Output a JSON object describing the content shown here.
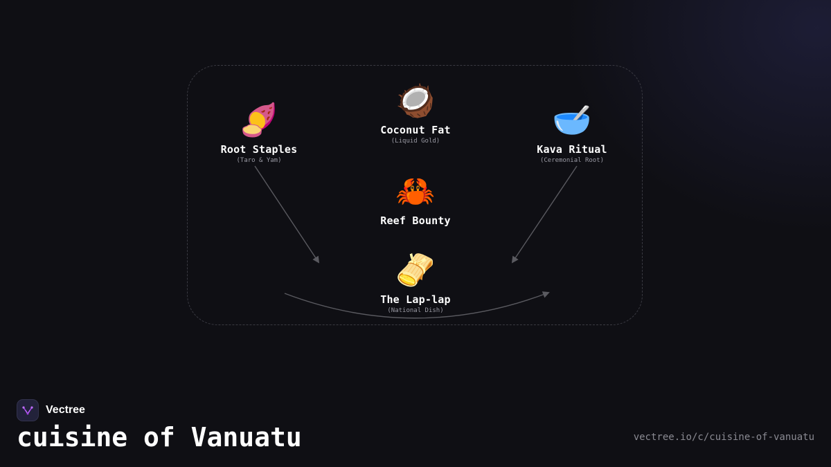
{
  "diagram": {
    "nodes": [
      {
        "id": "root",
        "icon": "🍠",
        "icon_name": "sweet-potato-icon",
        "label": "Root Staples",
        "sub": "(Taro & Yam)"
      },
      {
        "id": "coconut",
        "icon": "🥥",
        "icon_name": "coconut-icon",
        "label": "Coconut Fat",
        "sub": "(Liquid Gold)"
      },
      {
        "id": "kava",
        "icon": "🥣",
        "icon_name": "bowl-icon",
        "label": "Kava Ritual",
        "sub": "(Ceremonial Root)"
      },
      {
        "id": "reef",
        "icon": "🦀",
        "icon_name": "crab-icon",
        "label": "Reef Bounty",
        "sub": ""
      },
      {
        "id": "laplap",
        "icon": "🫔",
        "icon_name": "tamale-icon",
        "label": "The Lap-lap",
        "sub": "(National Dish)"
      }
    ],
    "edges": [
      {
        "from": "root",
        "to": "laplap"
      },
      {
        "from": "kava",
        "to": "laplap"
      },
      {
        "from": "root",
        "to": "kava"
      }
    ]
  },
  "brand": {
    "name": "Vectree"
  },
  "page": {
    "title": "cuisine of Vanuatu",
    "url": "vectree.io/c/cuisine-of-vanuatu"
  },
  "colors": {
    "background": "#0f0f14",
    "connector": "#5a5a60",
    "frame_border": "#3a3a42",
    "brand_accent": "#a040e0"
  }
}
